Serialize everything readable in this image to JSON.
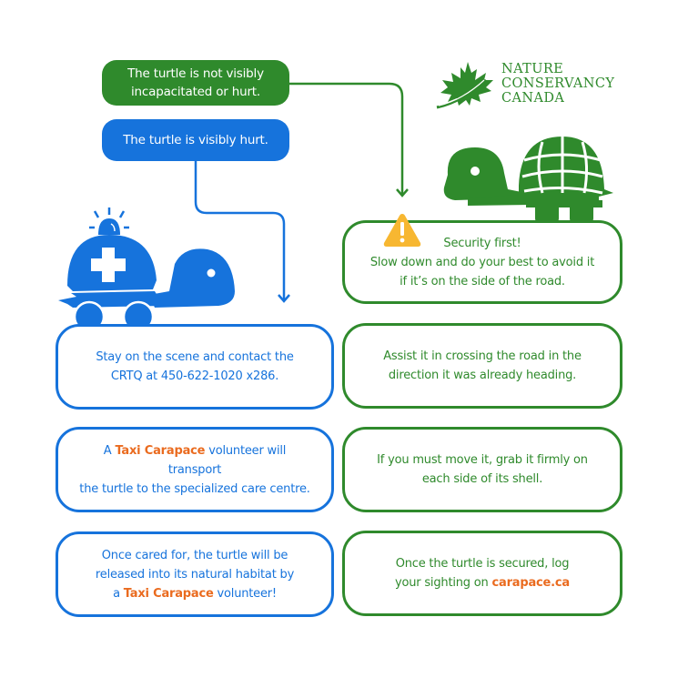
{
  "logo": {
    "lines": [
      "NATURE",
      "CONSERVANCY",
      "CANADA"
    ]
  },
  "decision": {
    "not_hurt": {
      "line1": "The turtle is not visibly",
      "line2": "incapacitated or hurt."
    },
    "hurt": {
      "label": "The turtle is visibly hurt."
    }
  },
  "hurt_path": {
    "step1": {
      "line1": "Stay on the scene and contact the",
      "line2": "CRTQ at 450-622-1020 x286."
    },
    "step2": {
      "prefix": "A ",
      "highlight": "Taxi Carapace",
      "line1_rest": " volunteer will transport",
      "line2": "the turtle to the specialized care centre."
    },
    "step3": {
      "line1": "Once cared for, the turtle will be",
      "line2": "released into its natural habitat by",
      "prefix": "a ",
      "highlight": "Taxi Carapace",
      "suffix": " volunteer!"
    }
  },
  "not_hurt_path": {
    "step1": {
      "title": "Security first!",
      "line1": "Slow down and do your best to avoid it",
      "line2": "if it’s on the side of the road.",
      "icon": "warning-icon"
    },
    "step2": {
      "line1": "Assist it in crossing the road in the",
      "line2": "direction it was already heading."
    },
    "step3": {
      "line1": "If you must move it, grab it firmly on",
      "line2": "each side of its shell."
    },
    "step4": {
      "line1": "Once the turtle is secured, log",
      "line2_prefix": "your sighting on ",
      "link": "carapace.ca"
    }
  },
  "colors": {
    "green": "#2f8a2c",
    "blue": "#1673dc",
    "orange": "#ea6b1f",
    "warning": "#f7b731"
  }
}
